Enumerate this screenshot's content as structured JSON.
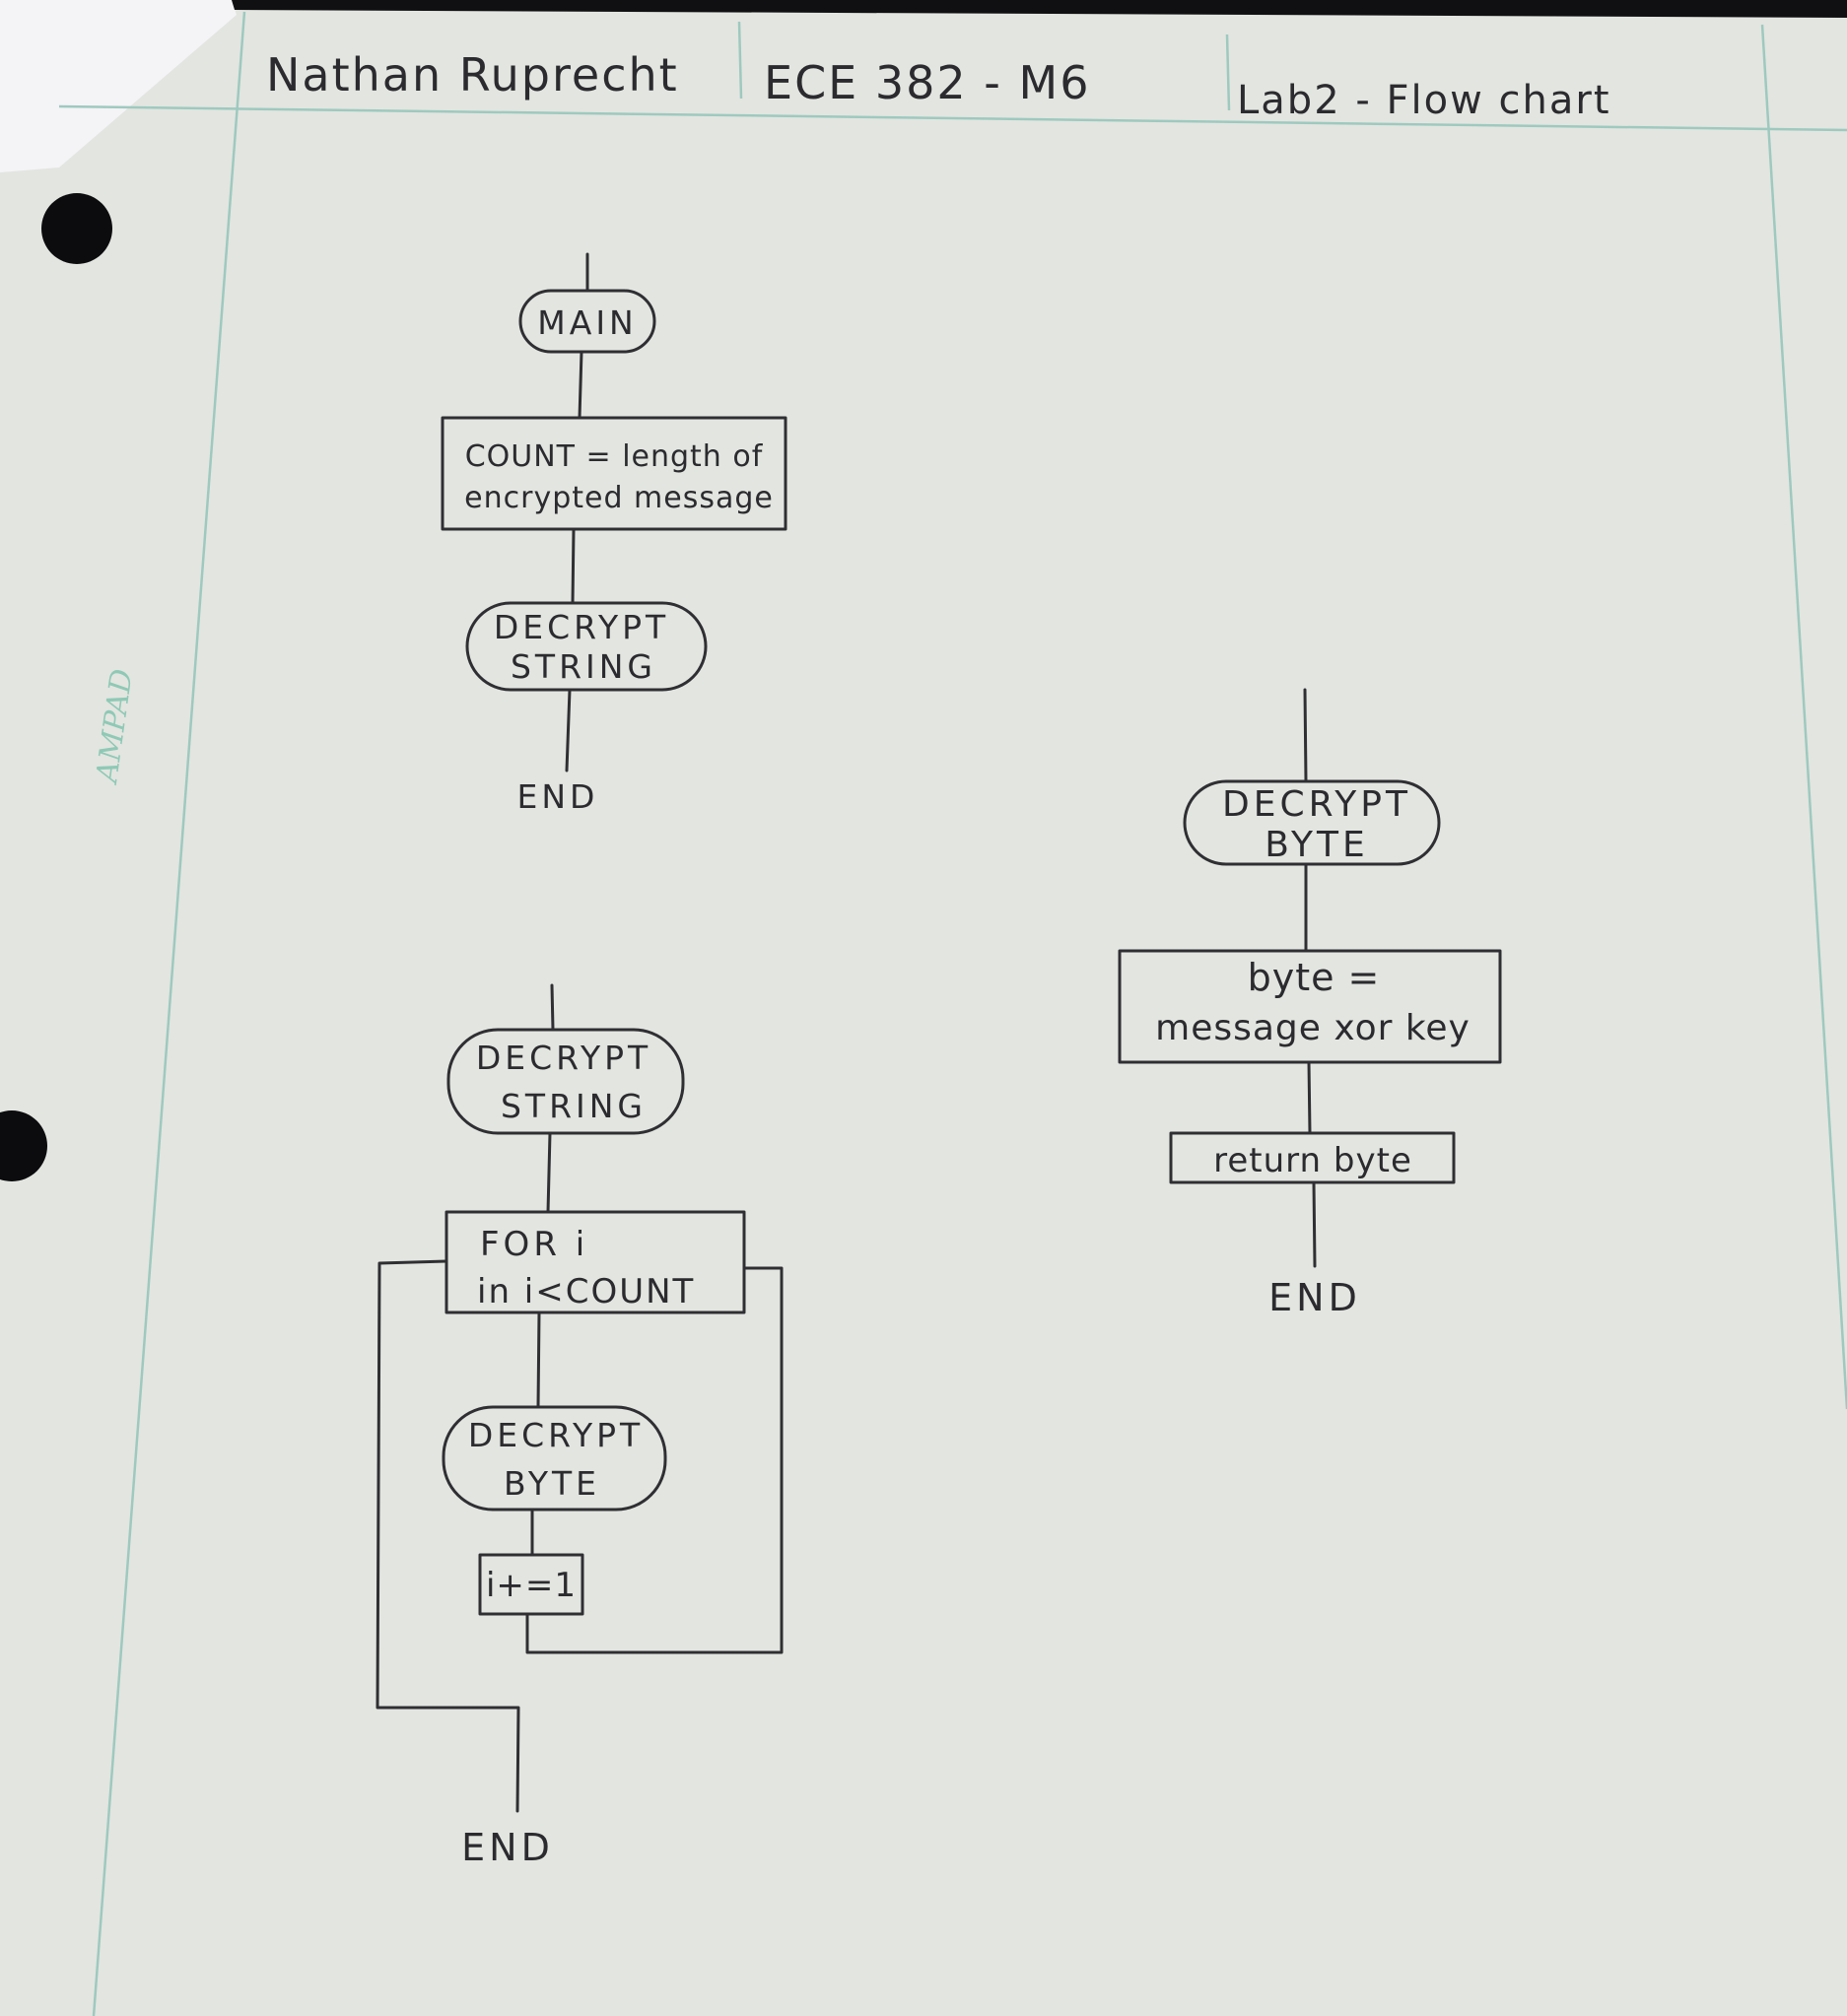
{
  "header": {
    "name": "Nathan Ruprecht",
    "course": "ECE 382 - M6",
    "assignment": "Lab2 - Flow chart"
  },
  "paper_brand": "AMPAD",
  "main_flow": {
    "start": "MAIN",
    "step": [
      "COUNT = length of",
      "encrypted message"
    ],
    "call": [
      "DECRYPT",
      "STRING"
    ],
    "end": "END"
  },
  "decrypt_string_flow": {
    "start": [
      "DECRYPT",
      "STRING"
    ],
    "loop": [
      "FOR   i",
      "in i<COUNT"
    ],
    "call": [
      "DECRYPT",
      "BYTE"
    ],
    "increment": "i+=1",
    "end": "END"
  },
  "decrypt_byte_flow": {
    "start": [
      "DECRYPT",
      "BYTE"
    ],
    "step": [
      "byte =",
      "message xor key"
    ],
    "return": "return byte",
    "end": "END"
  },
  "colors": {
    "paper": "#e3e5e0",
    "ink": "#2f2f33",
    "rule": "#9ec9bf",
    "desk": "#101012"
  }
}
